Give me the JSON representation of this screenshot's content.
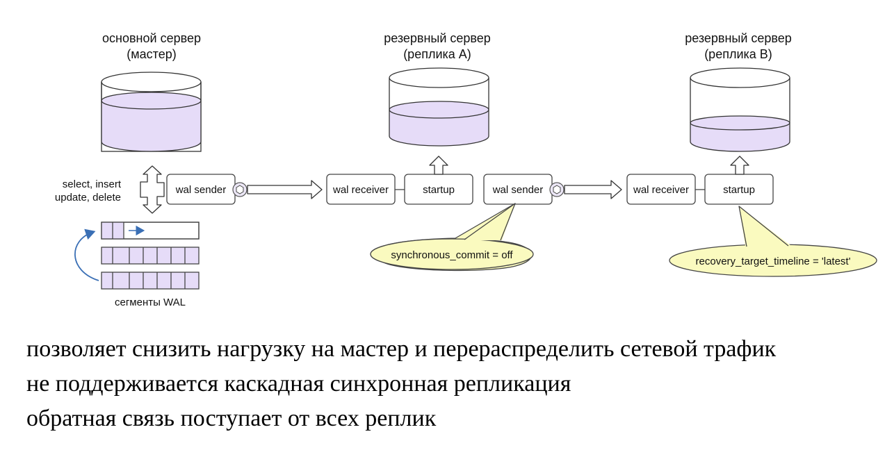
{
  "servers": {
    "master": {
      "title": "основной сервер",
      "subtitle": "(мастер)"
    },
    "replica_a": {
      "title": "резервный сервер",
      "subtitle": "(реплика A)"
    },
    "replica_b": {
      "title": "резервный сервер",
      "subtitle": "(реплика B)"
    }
  },
  "operations": {
    "line1": "select, insert",
    "line2": "update, delete"
  },
  "processes": {
    "master_wal_sender": "wal sender",
    "a_wal_receiver": "wal receiver",
    "a_startup": "startup",
    "a_wal_sender": "wal sender",
    "b_wal_receiver": "wal receiver",
    "b_startup": "startup"
  },
  "wal_segments_label": "сегменты WAL",
  "callouts": {
    "sync_commit": "synchronous_commit = off",
    "recovery_timeline": "recovery_target_timeline = 'latest'"
  },
  "colors": {
    "data_fill": "#e6dcf8",
    "box_stroke": "#444444",
    "callout_fill": "#fafabf",
    "arrow_blue": "#3a6fb5"
  },
  "bullets": [
    "позволяет снизить нагрузку на мастер и перераспределить сетевой трафик",
    "не поддерживается каскадная синхронная репликация",
    "обратная связь поступает от всех реплик"
  ]
}
